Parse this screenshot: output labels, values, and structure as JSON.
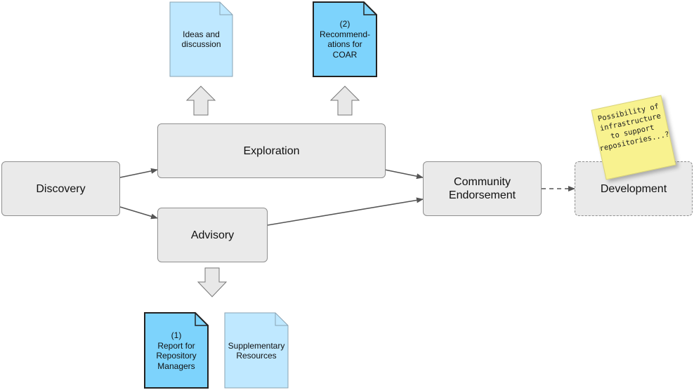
{
  "nodes": {
    "discovery": "Discovery",
    "exploration": "Exploration",
    "advisory": "Advisory",
    "community": [
      "Community",
      "Endorsement"
    ],
    "development": "Development"
  },
  "documents": {
    "ideas": [
      "Ideas and",
      "discussion"
    ],
    "recommendations": [
      "(2)",
      "Recommend-",
      "ations for",
      "COAR"
    ],
    "report": [
      "(1)",
      "Report for",
      "Repository",
      "Managers"
    ],
    "supplementary": [
      "Supplementary",
      "Resources"
    ]
  },
  "sticky_note": [
    "Possibility of",
    "infrastructure",
    "to support",
    "repositories...?"
  ],
  "colors": {
    "box_fill": "#eaeaea",
    "box_stroke": "#8f8f8f",
    "doc_light": "#bfe8ff",
    "doc_dark": "#7dd3fc",
    "note_fill": "#f8f28f",
    "arrow": "#555555"
  }
}
